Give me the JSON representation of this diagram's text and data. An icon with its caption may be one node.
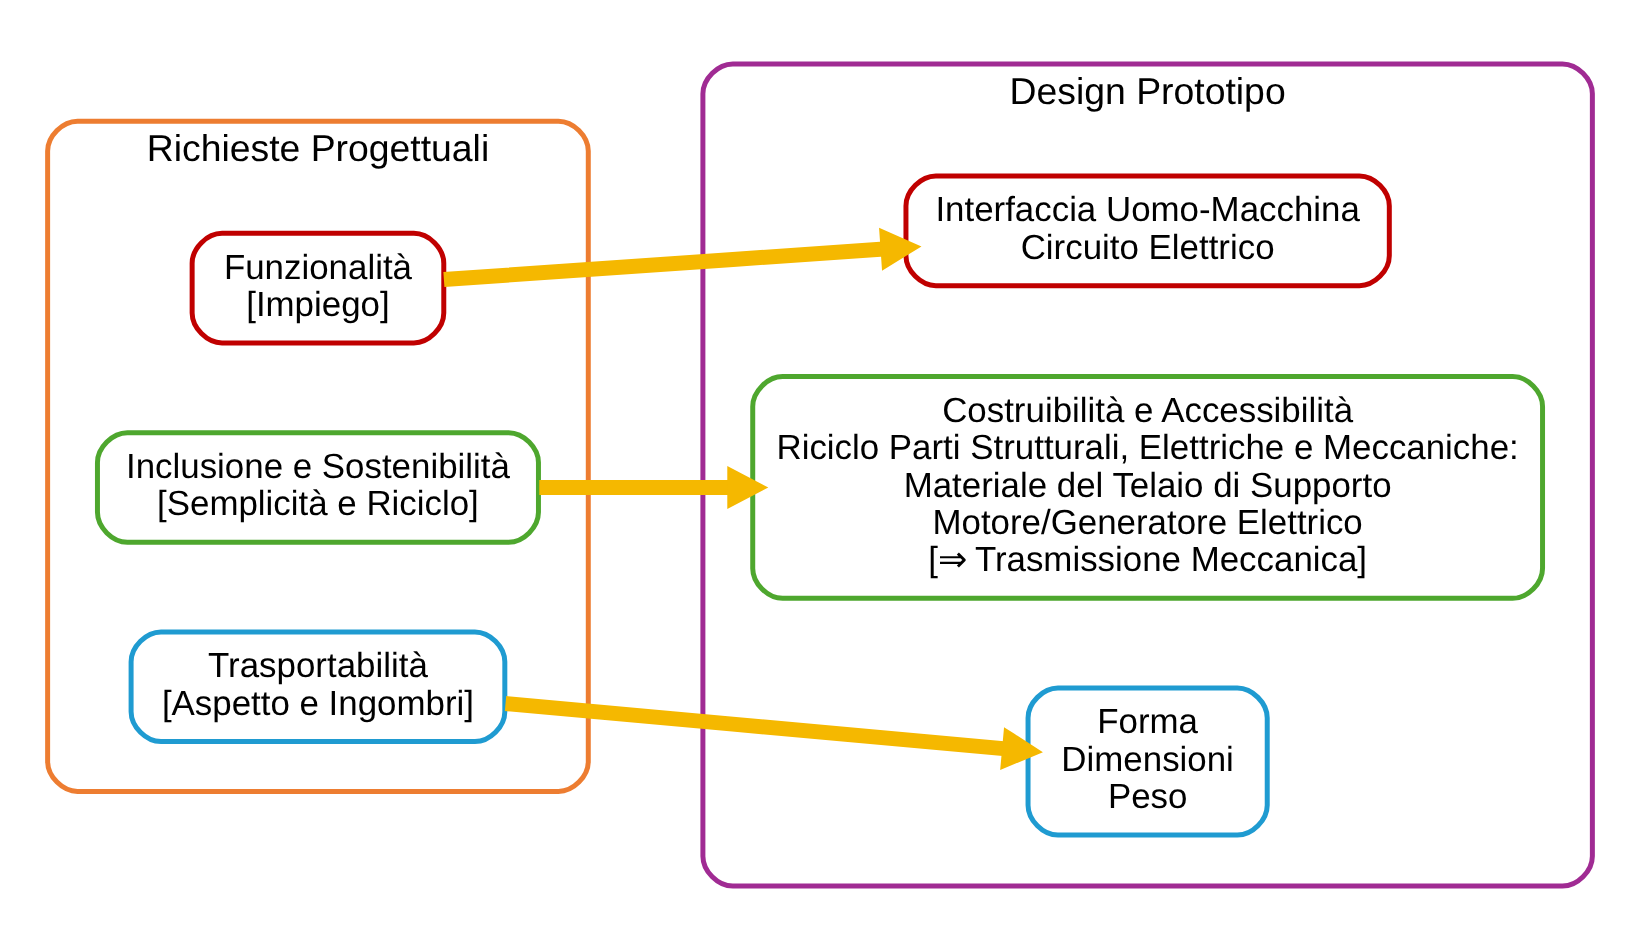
{
  "diagram": {
    "nodes": [
      {
        "text": [
          "Richieste Progettuali"
        ]
      },
      {
        "text": [
          "Funzionalità",
          "[Impiego]"
        ],
        "in": 0
      },
      {
        "text": [
          "Inclusione e Sostenibilità",
          "[Semplicità e Riciclo]"
        ],
        "in": 0
      },
      {
        "text": [
          "Trasportabilità",
          "[Aspetto e Ingombri]"
        ],
        "in": 0
      },
      {
        "text": [
          "Design Prototipo"
        ]
      },
      {
        "text": [
          "Interfaccia Uomo-Macchina",
          "Circuito Elettrico"
        ],
        "in": 4
      },
      {
        "text": [
          "Costruibilità e Accessibilità",
          "Riciclo Parti Strutturali, Elettriche e Meccaniche:",
          "Materiale del Telaio di Supporto",
          "Motore/Generatore Elettrico",
          "[⇒ Trasmissione Meccanica]"
        ],
        "in": 4
      },
      {
        "text": [
          "Forma",
          "Dimensioni",
          "Peso"
        ],
        "in": 4
      }
    ],
    "edges": [
      {
        "from": 1,
        "to": 5,
        "arrow": "to"
      },
      {
        "from": 2,
        "to": 6,
        "arrow": "to"
      },
      {
        "from": 3,
        "to": 7,
        "arrow": "to"
      }
    ]
  }
}
